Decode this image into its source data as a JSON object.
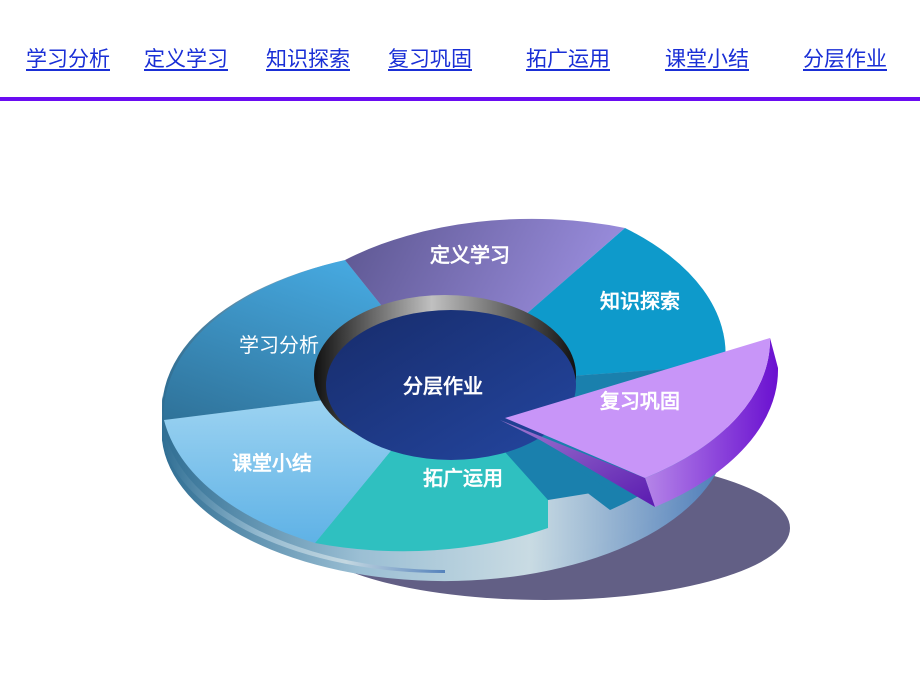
{
  "nav": {
    "items": [
      {
        "label": "学习分析"
      },
      {
        "label": "定义学习"
      },
      {
        "label": "知识探索"
      },
      {
        "label": "复习巩固"
      },
      {
        "label": "拓广运用"
      },
      {
        "label": "课堂小结"
      },
      {
        "label": "分层作业"
      }
    ],
    "link_color": "#1a2fd6",
    "rule_color": "#6a0cf2"
  },
  "diagram": {
    "type": "3d-donut",
    "center_label": "分层作业",
    "segments": [
      {
        "label": "学习分析",
        "color": "#3d9ad0"
      },
      {
        "label": "定义学习",
        "color": "#8a7fc8"
      },
      {
        "label": "知识探索",
        "color": "#0e9acb"
      },
      {
        "label": "复习巩固",
        "color": "#c895f8",
        "exploded": true
      },
      {
        "label": "拓广运用",
        "color": "#2fc0c0"
      },
      {
        "label": "课堂小结",
        "color": "#8ec9ec"
      }
    ],
    "center_color": "#1e3a8a",
    "shadow_color": "#625f85"
  }
}
